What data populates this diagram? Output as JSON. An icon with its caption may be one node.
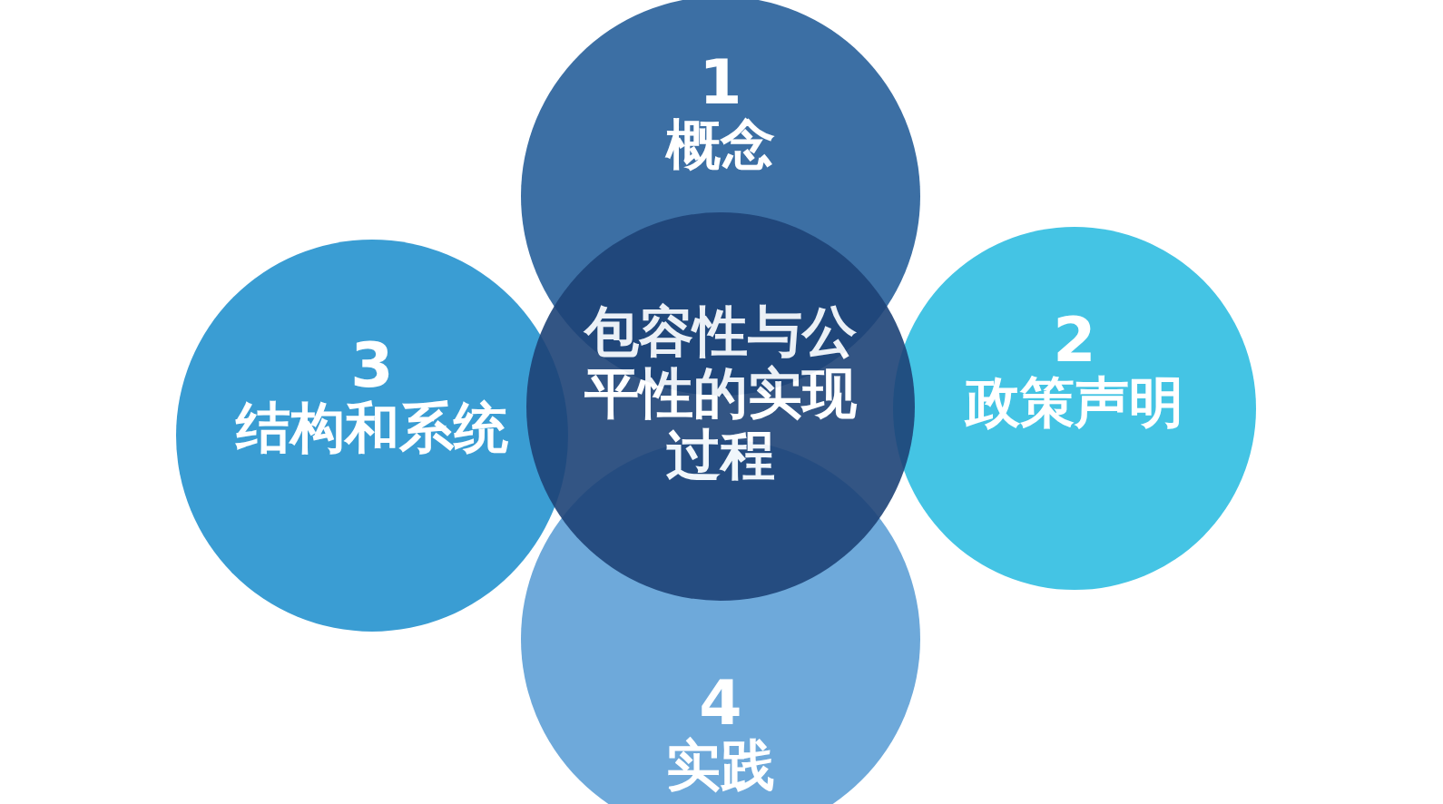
{
  "diagram": {
    "nodes": [
      {
        "text": [
          "1",
          "概念"
        ]
      },
      {
        "text": [
          "3",
          "结构和系统"
        ]
      },
      {
        "text": [
          "包容性与公平性的实现过程"
        ]
      },
      {
        "text": [
          "2",
          "政策声明"
        ]
      },
      {
        "text": [
          "4",
          "实践"
        ]
      }
    ]
  }
}
